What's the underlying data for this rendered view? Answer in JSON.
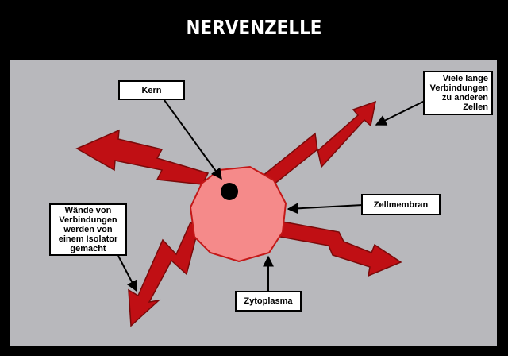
{
  "title": "NERVENZELLE",
  "labels": {
    "kern": "Kern",
    "verbindungen": "Viele lange\nVerbindungen\nzu anderen\nZellen",
    "zellmembran": "Zellmembran",
    "waende": "Wände von\nVerbindungen\nwerden von\neinem Isolator\ngemacht",
    "zytoplasma": "Zytoplasma"
  },
  "colors": {
    "background": "#000000",
    "panel": "#b8b8bc",
    "cell_fill": "#f58a8a",
    "cell_stroke": "#c41818",
    "arrow_fill": "#c00f14",
    "arrow_stroke": "#7a0a0a",
    "nucleus": "#000000"
  }
}
